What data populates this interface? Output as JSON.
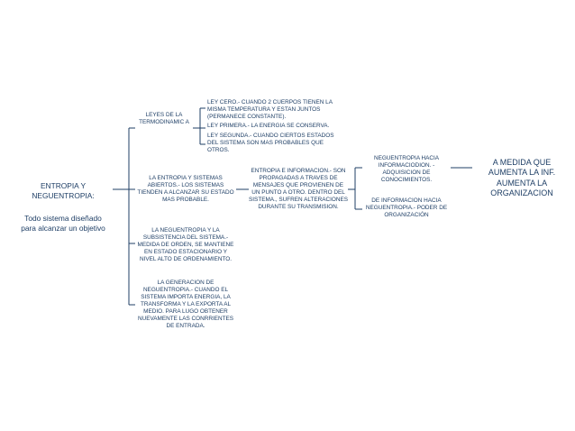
{
  "root": {
    "title": "ENTROPIA Y NEGUENTROPIA:",
    "subtitle": "Todo sistema diseñado para alcanzar un objetivo"
  },
  "branches": {
    "laws": {
      "label": "LEYES DE LA TERMODINAMIC A",
      "items": [
        "LEY CERO.-  CUANDO 2 CUERPOS TIENEN LA MISMA TEMPERATURA Y ESTAN JUNTOS (PERMANECE CONSTANTE).",
        "LEY PRIMERA.- LA ENERGIA SE CONSERVA.",
        "LEY SEGUNDA.-  CUANDO  CIERTOS ESTADOS DEL SISTEMA SON MAS PROBABLES QUE OTROS."
      ]
    },
    "open_systems": "LA ENTROPIA Y SISTEMAS ABIERTOS.- LOS SISTEMAS TIENDEN A ALCANZAR SU ESTADO MAS PROBABLE.",
    "information": "ENTROPIA E INFORMACION.-  SON PROPAGADAS A TRAVES DE MENSAJES QUE PROVIENEN DE UN PUNTO A OTRO. DENTRO DEL SISTEMA., SUFREN ALTERACIONES DURANTE SU TRANSMISION.",
    "negentropy_knowledge": "NEGUENTROPIA HACIA INFORMACIODION. - ADQUISICION DE CONOCIMIENTOS.",
    "negentropy_power": "DE INFORMACION HACIA NEGUENTROPIA.- PODER DE ORGANIZACIÓN",
    "conclusion": "A MEDIDA QUE AUMENTA LA INF. AUMENTA LA ORGANIZACION",
    "subsistence": "LA NEGUENTROPIA Y LA SUBSISTENCIA DEL SISTEMA.- MEDIDA DE ORDEN, SE MANTIENE EN ESTADO ESTACIONARIO Y NIVEL ALTO DE ORDENAMIENTO.",
    "generation": "LA GENERACION DE NEGUENTROPIA.- CUANDO EL SISTEMA IMPORTA ENERGIA, LA TRANSFORMA Y LA EXPORTA AL MEDIO. PARA LUGO OBTENER NUEVAMENTE LAS CONRRIENTES DE ENTRADA."
  }
}
